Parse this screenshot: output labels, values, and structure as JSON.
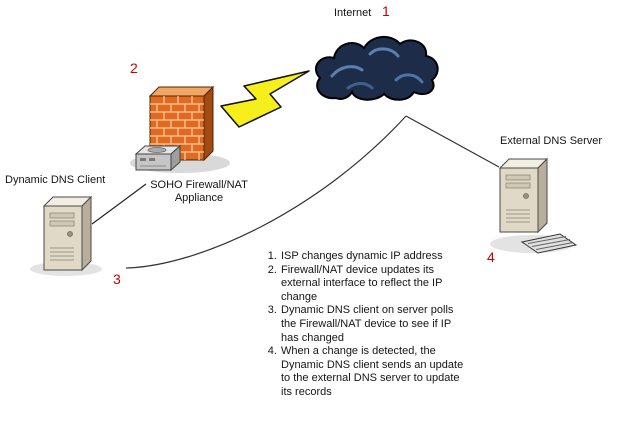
{
  "labels": {
    "internet": "Internet",
    "dynamic_dns_client": "Dynamic DNS Client",
    "soho_appliance": "SOHO Firewall/NAT Appliance",
    "external_dns_server": "External DNS Server"
  },
  "markers": [
    "1",
    "2",
    "3",
    "4"
  ],
  "steps": [
    "ISP changes dynamic IP address",
    "Firewall/NAT device updates its external interface to reflect the IP change",
    "Dynamic DNS client on server polls the Firewall/NAT device to see if IP has changed",
    "When a change is detected, the Dynamic DNS client sends an update to the external DNS server to update its records"
  ],
  "icons": {
    "internet": "cloud-icon",
    "firewall": "brick-firewall-icon",
    "soho_appliance": "router-appliance-icon",
    "dynamic_dns_client": "server-tower-icon",
    "external_dns_server": "server-tower-icon",
    "external_dns_keyboard": "keyboard-icon",
    "isp_link": "lightning-bolt-icon"
  },
  "colors": {
    "marker_red": "#cc0000",
    "firewall_orange": "#e06a1f",
    "bolt_yellow": "#f6ef1b",
    "cloud_dark_blue": "#1c2c49",
    "server_beige": "#e0d9c8",
    "background": "#ffffff"
  }
}
